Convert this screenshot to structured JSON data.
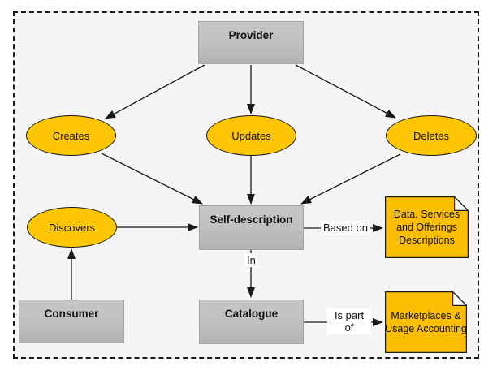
{
  "diagram": {
    "colors": {
      "canvas_bg": "#f5f5f5",
      "box_fill": "#bfbfbf",
      "box_border": "#a3a3a3",
      "ellipse_fill": "#ffc605",
      "note_fill": "#fcbe02",
      "line_color": "#1a1a1a",
      "label_bg": "#ffffff"
    },
    "nodes": {
      "provider": {
        "label": "Provider",
        "type": "box"
      },
      "creates": {
        "label": "Creates",
        "type": "ellipse"
      },
      "updates": {
        "label": "Updates",
        "type": "ellipse"
      },
      "deletes": {
        "label": "Deletes",
        "type": "ellipse"
      },
      "self_description": {
        "label": "Self-description",
        "type": "box"
      },
      "discovers": {
        "label": "Discovers",
        "type": "ellipse"
      },
      "consumer": {
        "label": "Consumer",
        "type": "box"
      },
      "catalogue": {
        "label": "Catalogue",
        "type": "box"
      },
      "note_descriptions": {
        "type": "note",
        "label": "Data, Services and Offerings Descriptions",
        "lines": [
          "Data, Services",
          "and Offerings",
          "Descriptions"
        ]
      },
      "note_marketplaces": {
        "type": "note",
        "label": "Marketplaces & Usage Accounting",
        "lines": [
          "Marketplaces &",
          "Usage Accounting"
        ]
      }
    },
    "edge_labels": {
      "based_on": "Based on",
      "in_label": "In",
      "is_part_of_lines": [
        "Is part",
        "of"
      ]
    },
    "edges": [
      {
        "from": "Provider",
        "to": "Creates",
        "label": ""
      },
      {
        "from": "Provider",
        "to": "Updates",
        "label": ""
      },
      {
        "from": "Provider",
        "to": "Deletes",
        "label": ""
      },
      {
        "from": "Creates",
        "to": "Self-description",
        "label": ""
      },
      {
        "from": "Updates",
        "to": "Self-description",
        "label": ""
      },
      {
        "from": "Deletes",
        "to": "Self-description",
        "label": ""
      },
      {
        "from": "Discovers",
        "to": "Self-description",
        "label": ""
      },
      {
        "from": "Consumer",
        "to": "Discovers",
        "label": ""
      },
      {
        "from": "Self-description",
        "to": "Data, Services and Offerings Descriptions",
        "label": "Based on"
      },
      {
        "from": "Self-description",
        "to": "Catalogue",
        "label": "In"
      },
      {
        "from": "Catalogue",
        "to": "Marketplaces & Usage Accounting",
        "label": "Is part of"
      }
    ]
  }
}
